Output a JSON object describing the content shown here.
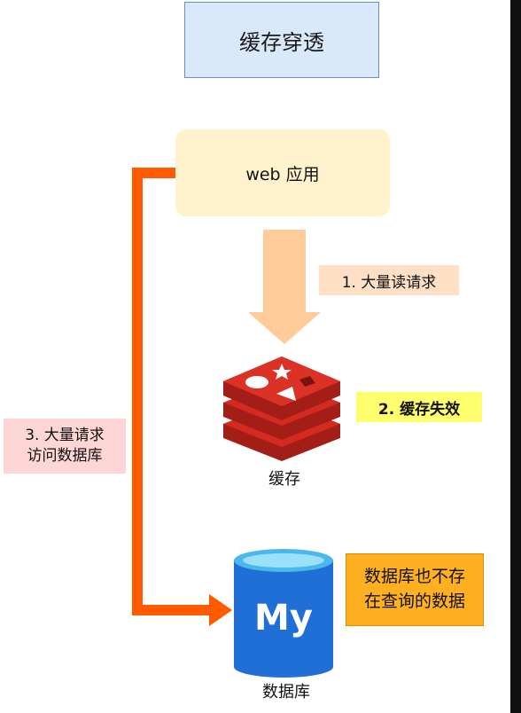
{
  "title": "缓存穿透",
  "app": {
    "label": "web 应用"
  },
  "flow": {
    "read_requests": "1. 大量读请求",
    "cache_miss": "2. 缓存失效",
    "db_requests_line1": "3. 大量请求",
    "db_requests_line2": "访问数据库"
  },
  "cache": {
    "caption": "缓存",
    "icon": "redis-logo"
  },
  "database": {
    "caption": "数据库",
    "icon": "mysql-database",
    "logo_text": "My"
  },
  "note": {
    "line1": "数据库也不存",
    "line2": "在查询的数据"
  },
  "colors": {
    "title_fill": "#dae8fc",
    "app_fill": "#fff2cc",
    "request_arrow": "#ffcc99",
    "db_arrow": "#ff5a00",
    "redis_red": "#d42a20",
    "db_blue": "#1f6fd6",
    "note_fill": "#ffb020"
  }
}
